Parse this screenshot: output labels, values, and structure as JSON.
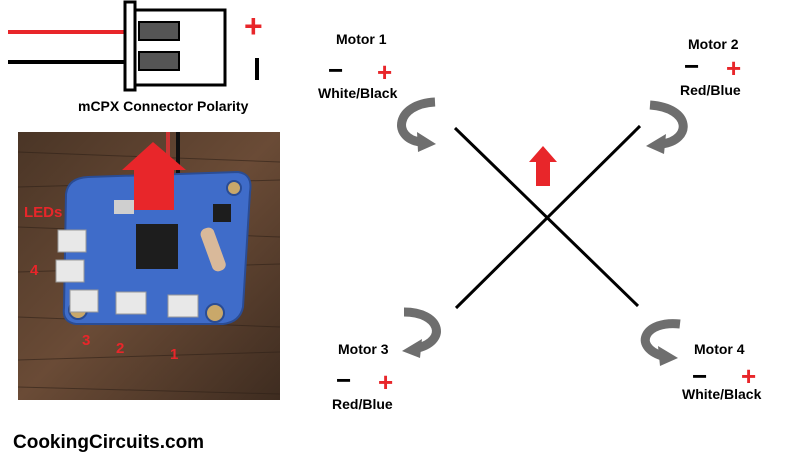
{
  "connector": {
    "title": "mCPX Connector Polarity",
    "plus_symbol": "+",
    "minus_symbol": "-"
  },
  "board": {
    "leds_label": "LEDs",
    "ports": [
      "4",
      "3",
      "2",
      "1"
    ]
  },
  "motors": [
    {
      "label": "Motor 1",
      "wires": "White/Black",
      "minus": "−",
      "plus": "+"
    },
    {
      "label": "Motor 2",
      "wires": "Red/Blue",
      "minus": "−",
      "plus": "+"
    },
    {
      "label": "Motor 3",
      "wires": "Red/Blue",
      "minus": "−",
      "plus": "+"
    },
    {
      "label": "Motor 4",
      "wires": "White/Black",
      "minus": "−",
      "plus": "+"
    }
  ],
  "footer": {
    "site": "CookingCircuits.com"
  },
  "colors": {
    "red": "#e8262a",
    "gray_arrow": "#7a7a7a",
    "board_blue": "#3f6cc9",
    "wood": "#5a4030"
  }
}
